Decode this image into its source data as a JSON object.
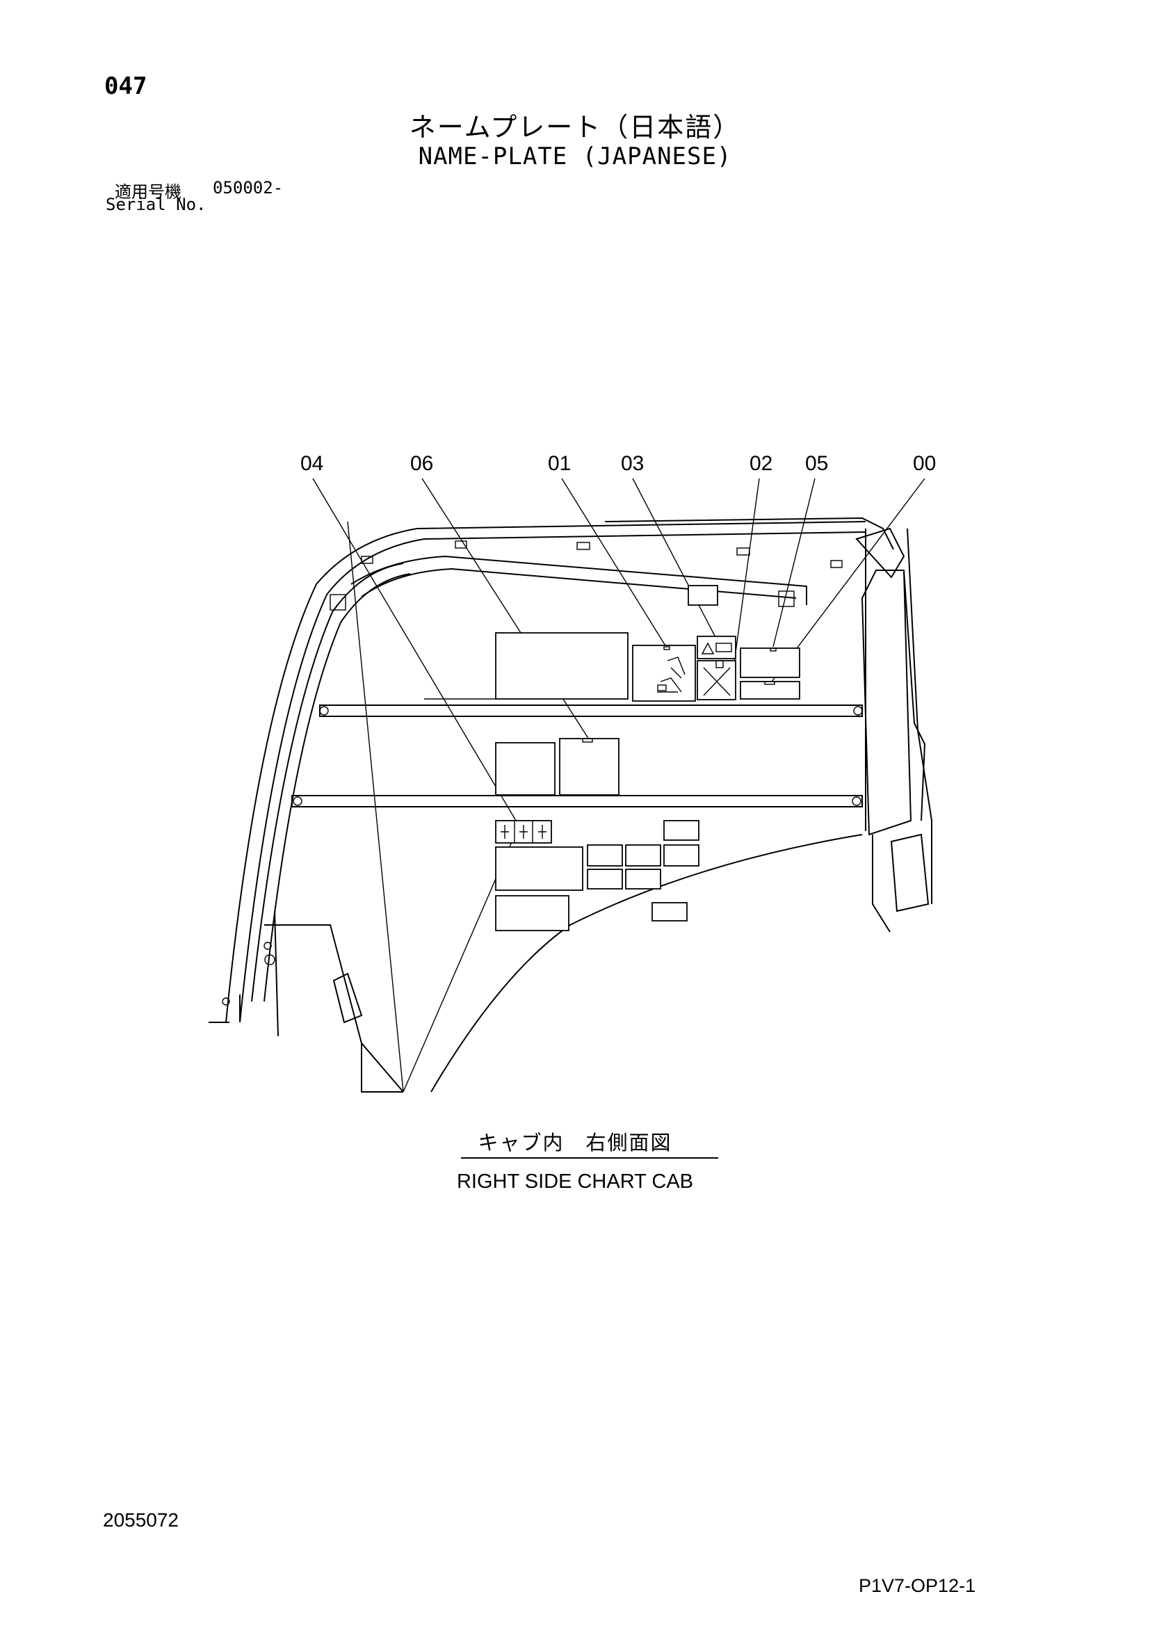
{
  "header": {
    "page_number": "047",
    "title_jp": "ネームプレート（日本語）",
    "title_en": "NAME-PLATE (JAPANESE)",
    "serial_label_jp": "適用号機",
    "serial_value": "050002-",
    "serial_label_en": "Serial No."
  },
  "callouts": [
    "04",
    "06",
    "01",
    "03",
    "02",
    "05",
    "00"
  ],
  "caption": {
    "jp": "キャブ内　右側面図",
    "en": "RIGHT SIDE CHART CAB"
  },
  "footer": {
    "doc_number": "2055072",
    "drawing_id": "P1V7-OP12-1"
  }
}
